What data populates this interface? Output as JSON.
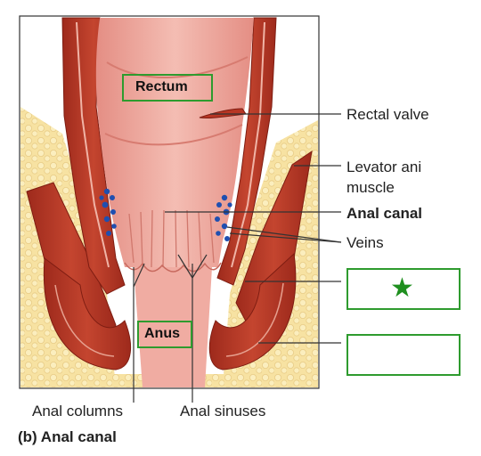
{
  "labels": {
    "rectal_valve": "Rectal valve",
    "levator_line1": "Levator ani",
    "levator_line2": "muscle",
    "anal_canal": "Anal canal",
    "veins": "Veins",
    "anal_columns": "Anal columns",
    "anal_sinuses": "Anal sinuses",
    "caption": "(b) Anal canal"
  },
  "boxes": {
    "rectum": "Rectum",
    "anus": "Anus",
    "star_symbol": "★",
    "answer_2": ""
  },
  "colors": {
    "box_border": "#2e9b2e",
    "star": "#1f8f1f",
    "fat": "#f7e2a2",
    "muscle": "#b83624",
    "mucosa": "#eba49a",
    "veins": "#1f4fb0"
  }
}
